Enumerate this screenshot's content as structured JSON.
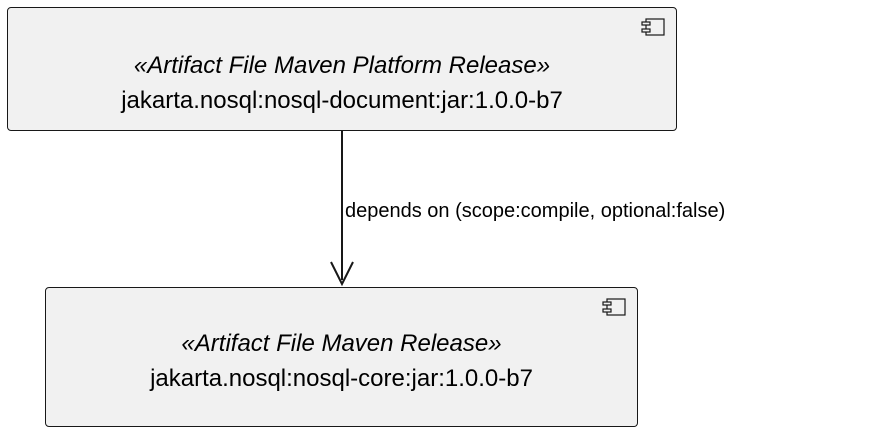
{
  "source_component": {
    "stereotype": "«Artifact File Maven Platform Release»",
    "name": "jakarta.nosql:nosql-document:jar:1.0.0-b7",
    "icon": "component-icon"
  },
  "target_component": {
    "stereotype": "«Artifact File Maven Release»",
    "name": "jakarta.nosql:nosql-core:jar:1.0.0-b7",
    "icon": "component-icon"
  },
  "dependency": {
    "label": "depends on (scope:compile, optional:false)"
  },
  "colors": {
    "component_fill": "#f1f1f1",
    "component_border": "#181818",
    "arrow": "#181818"
  }
}
